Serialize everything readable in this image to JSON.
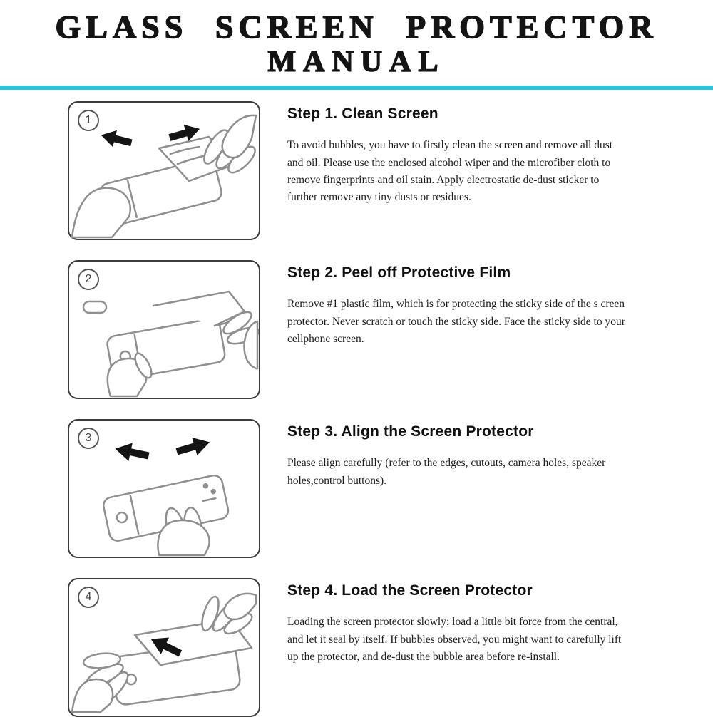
{
  "page": {
    "title_line1": "GLASS SCREEN PROTECTOR",
    "title_line2": "MANUAL",
    "accent_color": "#2bc6d8"
  },
  "steps": [
    {
      "number": "1",
      "heading": "Step 1. Clean Screen",
      "body": "To avoid bubbles, you have to firstly clean the screen and remove all dust and oil. Please use the enclosed alcohol wiper and the microfiber cloth to remove fingerprints and oil stain. Apply electrostatic de-dust sticker to further remove any tiny dusts or residues."
    },
    {
      "number": "2",
      "heading": "Step 2. Peel off Protective Film",
      "body": "Remove #1 plastic film, which is for protecting the sticky side of the s creen protector. Never scratch or touch the sticky side. Face the sticky side to your cellphone screen."
    },
    {
      "number": "3",
      "heading": "Step 3. Align the Screen Protector",
      "body": "Please align carefully (refer to the edges, cutouts, camera holes, speaker holes,control buttons)."
    },
    {
      "number": "4",
      "heading": "Step 4. Load the Screen Protector",
      "body": "Loading the screen protector slowly; load a little bit force from the central, and let it seal by itself. If bubbles observed, you might want to carefully lift up the protector, and de-dust the bubble area before re-install."
    }
  ]
}
